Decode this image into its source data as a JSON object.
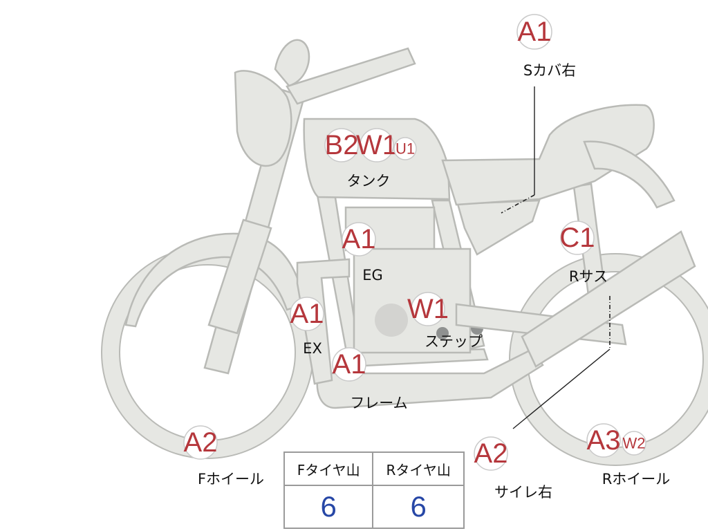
{
  "labels": {
    "s_cover_right": "Sカバ右",
    "tank": "タンク",
    "engine": "EG",
    "rear_suspension": "Rサス",
    "exhaust": "EX",
    "step": "ステップ",
    "frame": "フレーム",
    "front_wheel": "Fホイール",
    "side_stand_right": "サイレ右",
    "rear_wheel": "Rホイール"
  },
  "badges": {
    "s_cover_right": [
      "A1"
    ],
    "tank": [
      "B2",
      "W1",
      "U1"
    ],
    "engine": [
      "A1"
    ],
    "rear_suspension": [
      "C1"
    ],
    "exhaust": [
      "A1"
    ],
    "step": [
      "W1"
    ],
    "frame": [
      "A1"
    ],
    "front_wheel": [
      "A2"
    ],
    "side_stand_right": [
      "A2"
    ],
    "rear_wheel": [
      "A3",
      "W2"
    ]
  },
  "tire_table": {
    "headers": [
      "Fタイヤ山",
      "Rタイヤ山"
    ],
    "values": [
      "6",
      "6"
    ]
  },
  "colors": {
    "badge_text": "#b5373c",
    "value_text": "#2747a6",
    "body_fill": "#e6e7e3"
  }
}
